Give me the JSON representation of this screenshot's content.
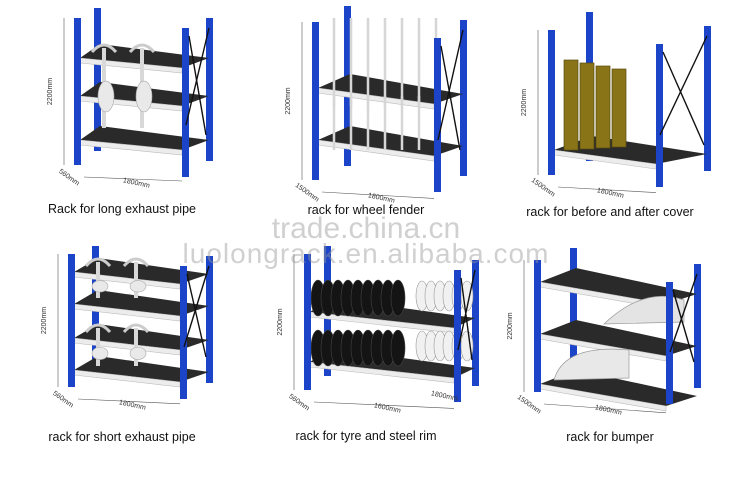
{
  "racks": [
    {
      "caption": "Rack for long exhaust pipe",
      "height": "2200mm",
      "depth": "560mm",
      "width": "1800mm",
      "load": "long-pipe"
    },
    {
      "caption": "rack for wheel fender",
      "height": "2200mm",
      "depth": "1500mm",
      "width": "1800mm",
      "load": "fender"
    },
    {
      "caption": "rack for before and after cover",
      "height": "2200mm",
      "depth": "1500mm",
      "width": "1800mm",
      "load": "cover"
    },
    {
      "caption": "rack for short exhaust pipe",
      "height": "2200mm",
      "depth": "560mm",
      "width": "1800mm",
      "load": "short-pipe"
    },
    {
      "caption": "rack for tyre and steel rim",
      "height": "2200mm",
      "depth": "560mm",
      "width": "1600mm",
      "width2": "1800mm",
      "load": "tyre"
    },
    {
      "caption": "rack for bumper",
      "height": "2200mm",
      "depth": "1500mm",
      "width": "1800mm",
      "load": "bumper"
    }
  ],
  "watermark": {
    "line1": "trade.china.cn",
    "line2": "luolongrack.en.alibaba.com"
  },
  "colors": {
    "upright": "#1c44c8",
    "beam": "#ececec",
    "deck": "#2a2a2a",
    "cover": "#8a7418",
    "tyre": "#141414"
  }
}
